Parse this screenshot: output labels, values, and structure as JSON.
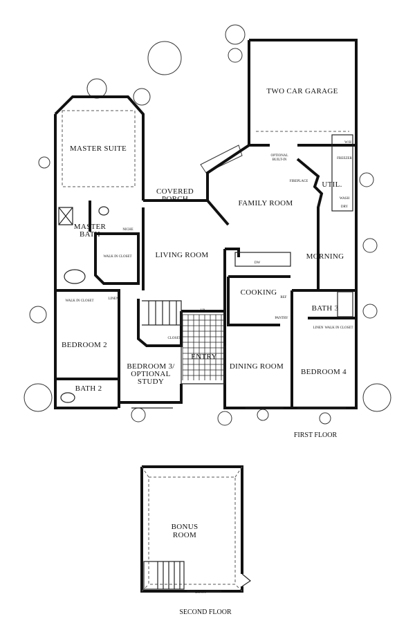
{
  "first_floor": {
    "title": "FIRST FLOOR",
    "rooms": {
      "garage": "TWO CAR GARAGE",
      "master_suite": "MASTER SUITE",
      "covered_porch_1": "COVERED",
      "covered_porch_2": "PORCH",
      "family_room": "FAMILY ROOM",
      "util": "UTIL.",
      "master_bath_1": "MASTER",
      "master_bath_2": "BATH",
      "niche": "NICHE",
      "walk_in_closet_master": "WALK IN CLOSET",
      "living_room": "LIVING ROOM",
      "morning": "MORNING",
      "cooking": "COOKING",
      "dw": "DW",
      "walk_in_closet_bed2": "WALK IN CLOSET",
      "linen_1": "LINEN",
      "bath_3": "BATH 3",
      "linen_2": "LINEN",
      "walk_in_closet_bed4": "WALK IN CLOSET",
      "bedroom_2": "BEDROOM 2",
      "closet": "CLOSET",
      "up": "UP",
      "entry": "ENTRY",
      "dining_room": "DINING ROOM",
      "bedroom_4": "BEDROOM 4",
      "bedroom_3_1": "BEDROOM 3/",
      "bedroom_3_2": "OPTIONAL",
      "bedroom_3_3": "STUDY",
      "bath_2": "BATH 2",
      "optional_built_in_1": "OPTIONAL",
      "optional_built_in_2": "BUILT-IN",
      "fireplace": "FIREPLACE",
      "freezer": "FREEZER",
      "wash": "WASH",
      "dry": "DRY",
      "wh": "W/H",
      "pantry": "PANTRY",
      "ref": "REF"
    }
  },
  "second_floor": {
    "title": "SECOND FLOOR",
    "rooms": {
      "bonus_1": "BONUS",
      "bonus_2": "ROOM",
      "down": "DOWN"
    }
  }
}
